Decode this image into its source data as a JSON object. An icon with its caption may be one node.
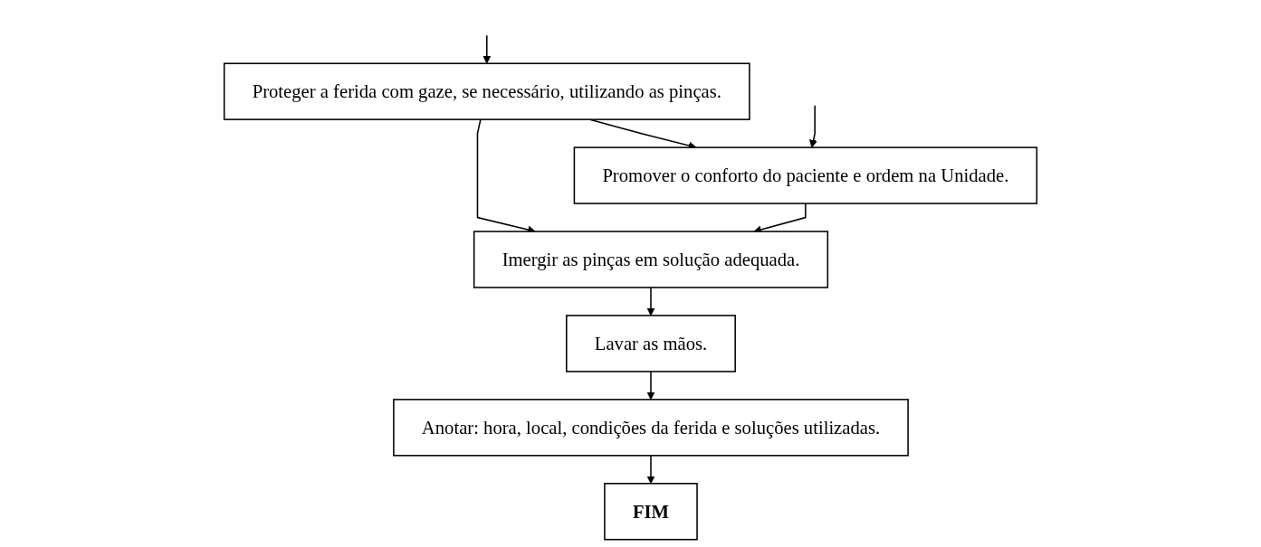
{
  "diagram": {
    "nodes": [
      {
        "text": [
          "Proteger a ferida com gaze, se necessário, utilizando as pinças."
        ]
      },
      {
        "text": [
          "Promover o conforto do paciente e ordem na Unidade."
        ]
      },
      {
        "text": [
          "Imergir as pinças em solução adequada."
        ]
      },
      {
        "text": [
          "Lavar as mãos."
        ]
      },
      {
        "text": [
          "Anotar: hora, local, condições da ferida e soluções utilizadas."
        ]
      },
      {
        "text": [
          "FIM"
        ]
      }
    ],
    "edges": [
      {
        "from": null,
        "to": 0,
        "arrow": "to"
      },
      {
        "from": 0,
        "to": 1,
        "arrow": "to"
      },
      {
        "from": null,
        "to": 1,
        "arrow": "to"
      },
      {
        "from": 0,
        "to": 2,
        "arrow": "to"
      },
      {
        "from": 1,
        "to": 2,
        "arrow": "to"
      },
      {
        "from": 2,
        "to": 3,
        "arrow": "to"
      },
      {
        "from": 3,
        "to": 4,
        "arrow": "to"
      },
      {
        "from": 4,
        "to": 5,
        "arrow": "to"
      }
    ]
  }
}
